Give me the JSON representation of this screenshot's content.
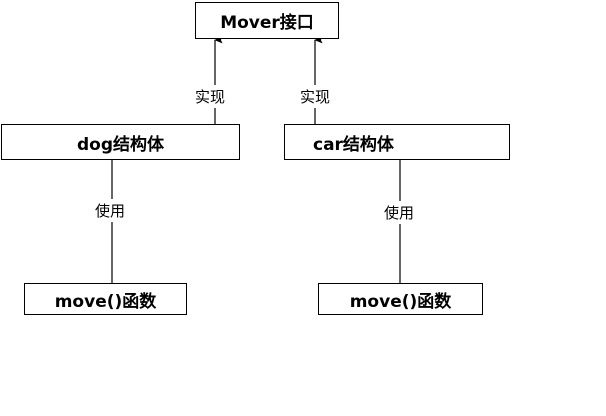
{
  "colors": {
    "line": "#000000",
    "box_border": "#000000",
    "background": "#ffffff",
    "text": "#000000"
  },
  "nodes": {
    "mover_interface": "Mover接口",
    "dog_struct": "dog结构体",
    "car_struct": "car结构体",
    "dog_move_func": "move()函数",
    "car_move_func": "move()函数"
  },
  "edges": {
    "dog_implements": {
      "label": "实现",
      "arrow": "to Mover接口"
    },
    "car_implements": {
      "label": "实现",
      "arrow": "to Mover接口"
    },
    "dog_uses": {
      "label": "使用"
    },
    "car_uses": {
      "label": "使用"
    }
  }
}
